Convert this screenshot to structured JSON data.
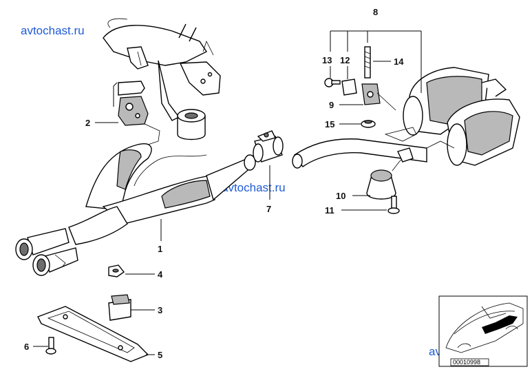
{
  "watermarks": {
    "top_left": "avtochast.ru",
    "center": "avtochast.ru",
    "bottom_right": "avtochast.ru"
  },
  "callouts": {
    "c1": "1",
    "c2": "2",
    "c3": "3",
    "c4": "4",
    "c5": "5",
    "c6": "6",
    "c7": "7",
    "c8": "8",
    "c9": "9",
    "c10": "10",
    "c11": "11",
    "c12": "12",
    "c13": "13",
    "c14": "14",
    "c15": "15"
  },
  "inset": {
    "reference_number": "00010998"
  }
}
